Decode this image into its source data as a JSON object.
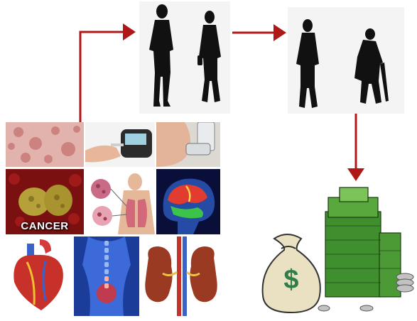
{
  "arrow_color": "#b01818",
  "tiles": [
    {
      "name": "skin-rash-image",
      "icon": "skin-rash"
    },
    {
      "name": "glucose-meter-image",
      "icon": "glucose-meter"
    },
    {
      "name": "asthma-inhaler-image",
      "icon": "inhaler"
    },
    {
      "name": "cancer-cells-image",
      "icon": "cancer-cells",
      "label": "CANCER"
    },
    {
      "name": "lung-disease-image",
      "icon": "lungs"
    },
    {
      "name": "brain-scan-image",
      "icon": "brain"
    },
    {
      "name": "heart-anatomy-image",
      "icon": "heart"
    },
    {
      "name": "back-pain-image",
      "icon": "spine"
    },
    {
      "name": "kidney-anatomy-image",
      "icon": "kidneys"
    }
  ],
  "stages": [
    {
      "name": "adults-silhouette",
      "icon": "walking-adults"
    },
    {
      "name": "elderly-silhouette",
      "icon": "elderly-with-cane"
    },
    {
      "name": "money-pile",
      "icon": "money-bag-and-cash"
    }
  ]
}
